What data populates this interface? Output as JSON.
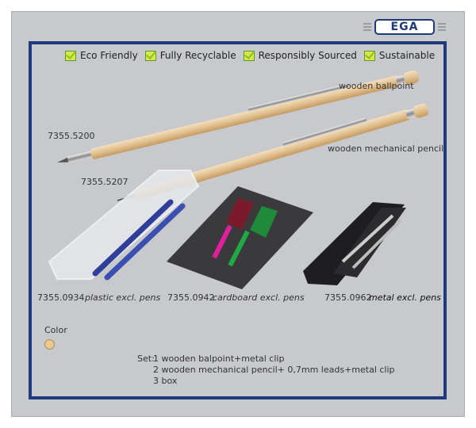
{
  "brand": {
    "logo_text": "EGA",
    "color": "#1f3a7a"
  },
  "features": [
    {
      "label": "Eco Friendly",
      "icon": "check-icon"
    },
    {
      "label": "Fully Recyclable",
      "icon": "check-icon"
    },
    {
      "label": "Responsibly Sourced",
      "icon": "check-icon"
    },
    {
      "label": "Sustainable",
      "icon": "check-icon"
    }
  ],
  "products": {
    "ballpoint": {
      "code": "7355.5200",
      "label": "wooden ballpoint"
    },
    "pencil": {
      "code": "7355.5207",
      "label": "wooden mechanical pencil"
    }
  },
  "boxes": [
    {
      "code": "7355.0934",
      "label": "plastic excl. pens"
    },
    {
      "code": "7355.0942",
      "label": "cardboard excl. pens"
    },
    {
      "code": "7355.0962",
      "label": "metal excl. pens"
    }
  ],
  "color": {
    "label": "Color",
    "swatch": "#e9c98e"
  },
  "set": {
    "prefix": "Set:",
    "lines": [
      "1 wooden balpoint+metal clip",
      "2 wooden mechanical pencil+ 0,7mm leads+metal clip",
      "3 box"
    ]
  }
}
